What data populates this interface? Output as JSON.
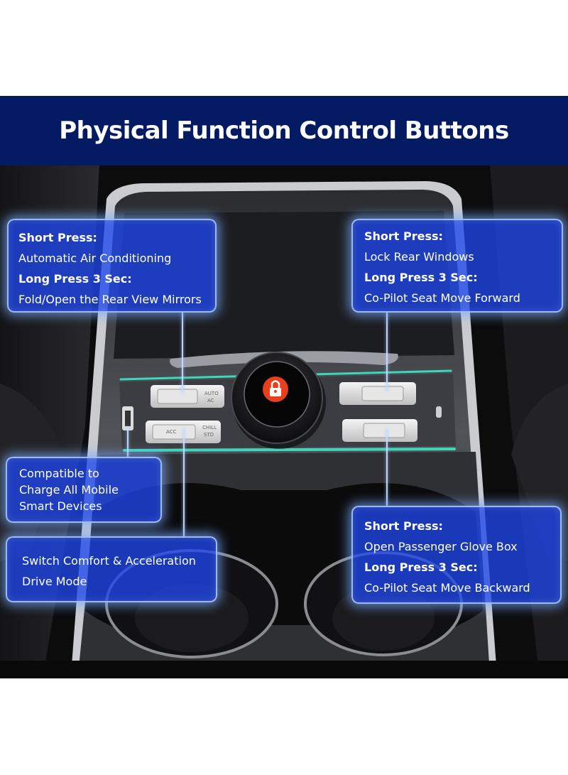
{
  "banner": {
    "title": "Physical Function Control Buttons",
    "color": "#041a63"
  },
  "buttons": {
    "auto_ac": [
      "AUTO",
      "AC"
    ],
    "acc": "ACC",
    "chill_std": [
      "CHILL",
      "STD"
    ]
  },
  "callouts": {
    "ac": {
      "short_label": "Short Press:",
      "short_text": "Automatic Air Conditioning",
      "long_label": "Long Press 3 Sec:",
      "long_text": "Fold/Open the Rear View Mirrors"
    },
    "windows": {
      "short_label": "Short Press:",
      "short_text": "Lock Rear Windows",
      "long_label": "Long Press 3 Sec:",
      "long_text": "Co-Pilot Seat Move Forward"
    },
    "usb": {
      "lines": [
        "Compatible to",
        "Charge All Mobile",
        "Smart Devices"
      ]
    },
    "drive": {
      "lines": [
        "Switch Comfort & Acceleration",
        "Drive Mode"
      ]
    },
    "glovebox": {
      "short_label": "Short Press:",
      "short_text": "Open Passenger Glove Box",
      "long_label": "Long Press 3 Sec:",
      "long_text": "Co-Pilot Seat Move Backward"
    }
  },
  "colors": {
    "callout": "#1e46eb",
    "ambient_light": "#3ee6c8",
    "knob_center": "#e8401c"
  },
  "icons": [
    "lock-icon",
    "usb-c-port-icon",
    "usb-a-port-icon"
  ]
}
